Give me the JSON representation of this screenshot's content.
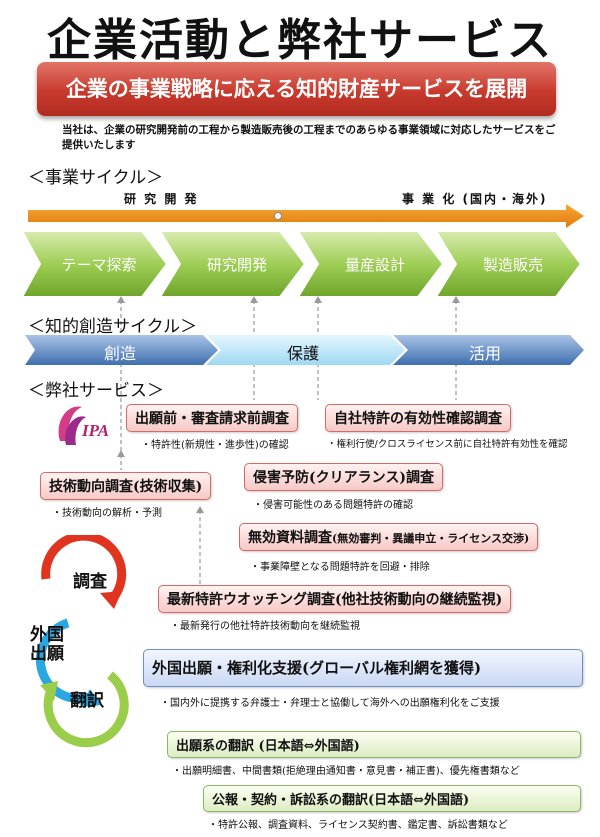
{
  "title": "企業活動と弊社サービス",
  "banner": "企業の事業戦略に応える知的財産サービスを展開",
  "intro": "当社は、企業の研究開発前の工程から製造販売後の工程までのあらゆる事業領域に対応したサービスをご提供いたします",
  "business_cycle": {
    "heading": "＜事業サイクル＞",
    "arrow_left": "研 究 開 発",
    "arrow_right": "事 業 化 (国内・海外)",
    "steps": [
      "テーマ探索",
      "研究開発",
      "量産設計",
      "製造販売"
    ]
  },
  "ip_cycle": {
    "heading": "＜知的創造サイクル＞",
    "phases": [
      "創造",
      "保護",
      "活用"
    ]
  },
  "services_heading": "＜弊社サービス＞",
  "logo_text": "IPA",
  "cycle_words": [
    "調査",
    "外国出願",
    "翻訳"
  ],
  "services": [
    {
      "title": "出願前・審査請求前調査",
      "desc": "・特許性(新規性・進歩性)の確認"
    },
    {
      "title": "自社特許の有効性確認調査",
      "desc": "・権利行使/クロスライセンス前に自社特許有効性を確認"
    },
    {
      "title": "技術動向調査(技術収集)",
      "desc": "・技術動向の解析・予測"
    },
    {
      "title": "侵害予防(クリアランス)調査",
      "desc": "・侵害可能性のある問題特許の確認"
    },
    {
      "title": "無効資料調査",
      "title_note": "(無効審判・異議申立・ライセンス交渉)",
      "desc": "・事業障壁となる問題特許を回避・排除"
    },
    {
      "title": "最新特許ウオッチング調査(他社技術動向の継続監視)",
      "desc": "・最新発行の他社特許技術動向を継続監視"
    },
    {
      "title": "外国出願・権利化支援(グローバル権利網を獲得)",
      "desc": "・国内外に提携する弁護士・弁理士と協働して海外への出願権利化をご支援"
    },
    {
      "title": "出願系の翻訳 (日本語⇔外国語)",
      "desc": "・出願明細書、中間書類(拒絶理由通知書・意見書・補正書)、優先権書類など"
    },
    {
      "title": "公報・契約・訴訟系の翻訳(日本語⇔外国語)",
      "desc": "・特許公報、調査資料、ライセンス契約書、鑑定書、訴訟書類など"
    }
  ],
  "colors": {
    "banner_red": "#c83a2e",
    "arrow_orange": "#ee8a14",
    "step_green": "#8cbf3f",
    "ip_blue": "#4a79b5",
    "ip_light_blue": "#bfe6f7",
    "cycle_red": "#e0341f",
    "cycle_blue": "#2aa7e0",
    "cycle_green": "#9acd4a",
    "logo_magenta": "#b0226a"
  }
}
